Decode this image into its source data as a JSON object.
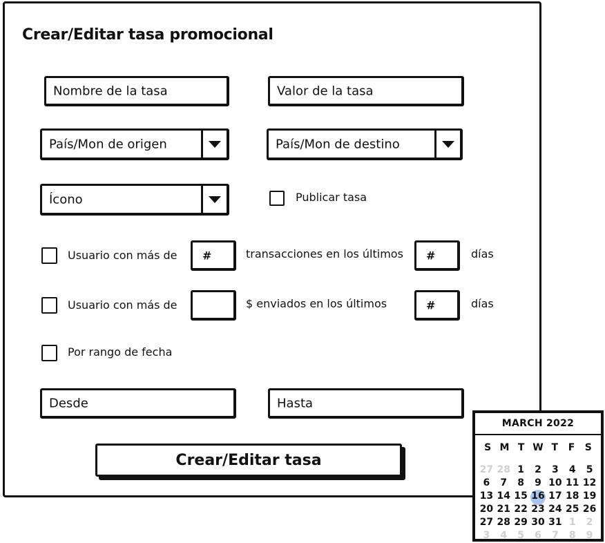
{
  "form": {
    "title": "Crear/Editar tasa promocional",
    "nombre_placeholder": "Nombre de la tasa",
    "valor_placeholder": "Valor de la tasa",
    "pais_origen": "País/Mon de origen",
    "pais_destino": "País/Mon de destino",
    "icono": "Ícono",
    "publicar_label": "Publicar tasa",
    "cond1": {
      "prefix": "Usuario con más de",
      "count": "#",
      "middle": "transacciones en los últimos",
      "days": "#",
      "suffix": "días"
    },
    "cond2": {
      "prefix": "Usuario con más de",
      "amount": "",
      "middle": "$ enviados en los últimos",
      "days": "#",
      "suffix": "días"
    },
    "rango_label": "Por rango de fecha",
    "desde": "Desde",
    "hasta": "Hasta",
    "submit": "Crear/Editar tasa"
  },
  "calendar": {
    "title": "MARCH 2022",
    "dows": [
      "S",
      "M",
      "T",
      "W",
      "T",
      "F",
      "S"
    ],
    "days": [
      {
        "d": "27",
        "muted": true
      },
      {
        "d": "28",
        "muted": true
      },
      {
        "d": "1"
      },
      {
        "d": "2"
      },
      {
        "d": "3"
      },
      {
        "d": "4"
      },
      {
        "d": "5"
      },
      {
        "d": "6"
      },
      {
        "d": "7"
      },
      {
        "d": "8"
      },
      {
        "d": "9"
      },
      {
        "d": "10"
      },
      {
        "d": "11"
      },
      {
        "d": "12"
      },
      {
        "d": "13"
      },
      {
        "d": "14"
      },
      {
        "d": "15"
      },
      {
        "d": "16",
        "selected": true
      },
      {
        "d": "17"
      },
      {
        "d": "18"
      },
      {
        "d": "19"
      },
      {
        "d": "20"
      },
      {
        "d": "21"
      },
      {
        "d": "22"
      },
      {
        "d": "23"
      },
      {
        "d": "24"
      },
      {
        "d": "25"
      },
      {
        "d": "26"
      },
      {
        "d": "27"
      },
      {
        "d": "28"
      },
      {
        "d": "29"
      },
      {
        "d": "30"
      },
      {
        "d": "31"
      },
      {
        "d": "1",
        "muted": true
      },
      {
        "d": "2",
        "muted": true
      },
      {
        "d": "3",
        "muted": true
      },
      {
        "d": "4",
        "muted": true
      },
      {
        "d": "5",
        "muted": true
      },
      {
        "d": "6",
        "muted": true
      },
      {
        "d": "7",
        "muted": true
      },
      {
        "d": "8",
        "muted": true
      },
      {
        "d": "9",
        "muted": true
      }
    ],
    "selected_color": "#a9c3ec"
  }
}
